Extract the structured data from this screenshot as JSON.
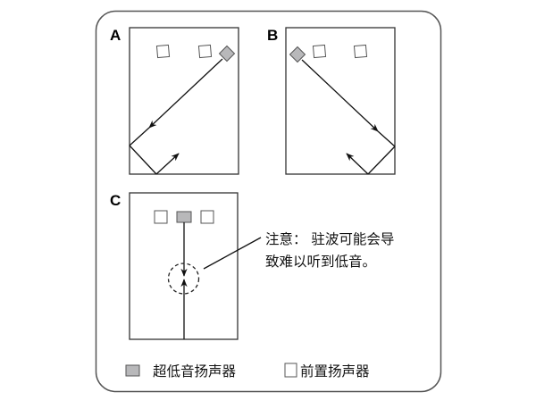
{
  "colors": {
    "frame": "#555555",
    "room": "#333333",
    "subwoofer_fill": "#b8b8ba",
    "front_fill": "#ffffff",
    "line": "#111111"
  },
  "panels": [
    {
      "label": "A",
      "description": "subwoofer-corner-right"
    },
    {
      "label": "B",
      "description": "subwoofer-corner-left"
    },
    {
      "label": "C",
      "description": "subwoofer-center"
    }
  ],
  "note": {
    "line1": "注意： 驻波可能会导",
    "line2": "致难以听到低音。"
  },
  "legend": {
    "subwoofer_label": "超低音扬声器",
    "front_label": "前置扬声器",
    "subwoofer_icon": "gray-square",
    "front_icon": "white-square"
  }
}
